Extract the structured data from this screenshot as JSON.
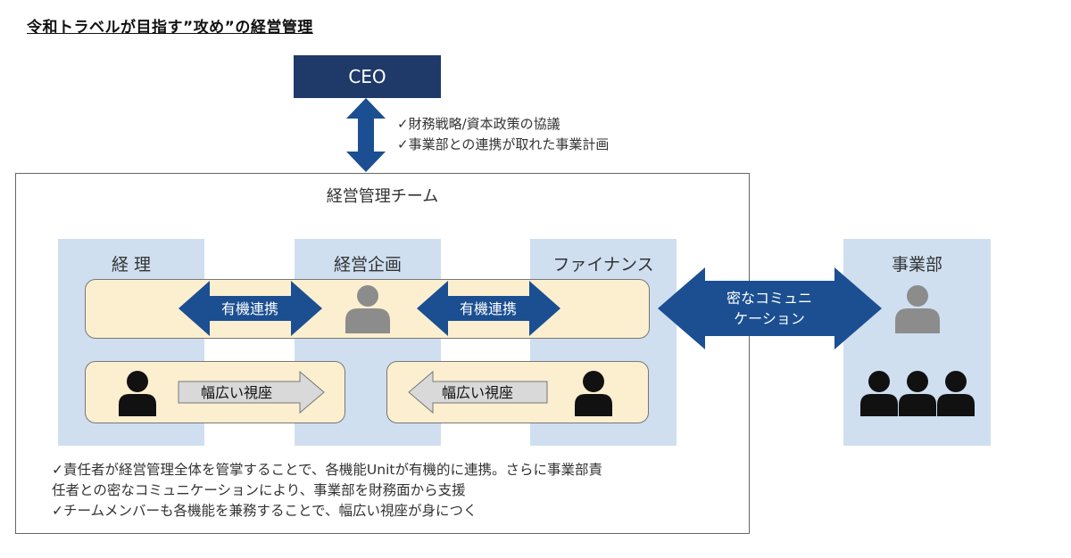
{
  "page_title": "令和トラベルが目指す”攻め”の経営管理",
  "ceo": {
    "label": "CEO",
    "notes": [
      "✓財務戦略/資本政策の協議",
      "✓事業部との連携が取れた事業計画"
    ]
  },
  "team": {
    "title": "経営管理チーム",
    "columns": [
      {
        "label": "経 理"
      },
      {
        "label": "経営企画"
      },
      {
        "label": "ファイナンス"
      }
    ],
    "link_arrows": [
      "有機連携",
      "有機連携"
    ],
    "wide_view_arrows": [
      "幅広い視座",
      "幅広い視座"
    ]
  },
  "business": {
    "label": "事業部",
    "comm_arrow_lines": [
      "密なコミュニ",
      "ケーション"
    ]
  },
  "notes": [
    "✓責任者が経営管理全体を管掌することで、各機能Unitが有機的に連携。さらに事業部責",
    "任者との密なコミュニケーションにより、事業部を財務面から支援",
    "✓チームメンバーも各機能を兼務することで、幅広い視座が身につく"
  ],
  "colors": {
    "navy": "#1f3a68",
    "arrow_blue": "#1b4f91",
    "column_blue": "#cfdff0",
    "pill_cream": "#fcefd0",
    "person_gray": "#8c8c8c",
    "person_black": "#111111",
    "gray_arrow": "#d9d9d9"
  },
  "icons": [
    "person-icon-gray",
    "person-icon-black",
    "double-arrow-icon",
    "gray-arrow-icon"
  ]
}
